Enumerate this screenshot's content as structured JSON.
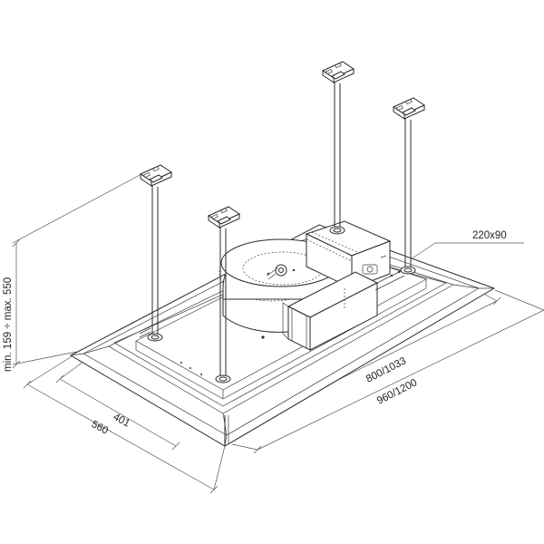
{
  "dimensions": {
    "height": "min. 159 ÷ max. 550",
    "depth_inner": "401",
    "depth_outer": "560",
    "width_inner": "800/1033",
    "width_outer": "960/1200",
    "duct": "220x90"
  }
}
